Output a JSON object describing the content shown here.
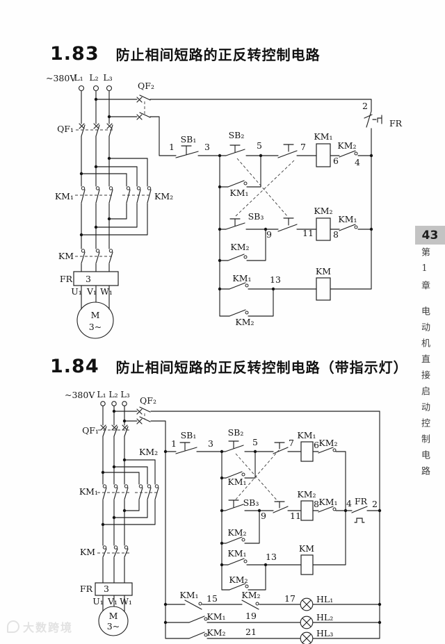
{
  "page": {
    "number": "43",
    "chapter": "第1章",
    "chapter_title": "电动机直接启动控制电路",
    "watermark": "大数跨境"
  },
  "fig183": {
    "num": "1.83",
    "title": "防止相间短路的正反转控制电路"
  },
  "fig184": {
    "num": "1.84",
    "title": "防止相间短路的正反转控制电路（带指示灯）"
  },
  "t": {
    "v380": "~380V",
    "l1": "L₁",
    "l2": "L₂",
    "l3": "L₃",
    "qf1": "QF₁",
    "qf2": "QF₂",
    "km": "KM",
    "km1": "KM₁",
    "km2": "KM₂",
    "sb1": "SB₁",
    "sb2": "SB₂",
    "sb3": "SB₃",
    "fr": "FR",
    "fr3": "3",
    "u1": "U₁",
    "v1": "V₁",
    "w1": "W₁",
    "m": "M",
    "m3": "3~",
    "hl1": "HL₁",
    "hl2": "HL₂",
    "hl3": "HL₃",
    "n1": "1",
    "n2": "2",
    "n3": "3",
    "n4": "4",
    "n5": "5",
    "n6": "6",
    "n7": "7",
    "n8": "8",
    "n9": "9",
    "n11": "11",
    "n13": "13",
    "n15": "15",
    "n17": "17",
    "n19": "19",
    "n21": "21"
  }
}
